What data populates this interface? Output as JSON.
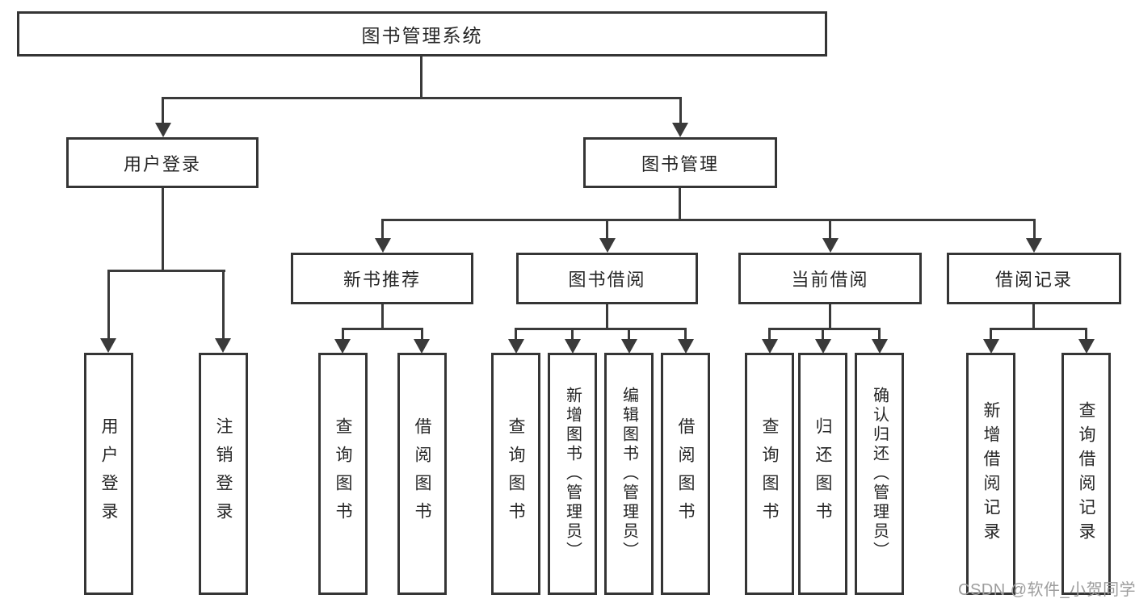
{
  "diagram": {
    "root": {
      "label": "图书管理系统"
    },
    "level2": [
      {
        "label": "用户登录"
      },
      {
        "label": "图书管理"
      }
    ],
    "level3": [
      {
        "label": "新书推荐",
        "parent": "图书管理"
      },
      {
        "label": "图书借阅",
        "parent": "图书管理"
      },
      {
        "label": "当前借阅",
        "parent": "图书管理"
      },
      {
        "label": "借阅记录",
        "parent": "图书管理"
      }
    ],
    "leaves": [
      {
        "label": "用户登录",
        "parent": "用户登录"
      },
      {
        "label": "注销登录",
        "parent": "用户登录"
      },
      {
        "label": "查询图书",
        "parent": "新书推荐"
      },
      {
        "label": "借阅图书",
        "parent": "新书推荐"
      },
      {
        "label": "查询图书",
        "parent": "图书借阅"
      },
      {
        "label": "新增图书（管理员）",
        "parent": "图书借阅"
      },
      {
        "label": "编辑图书（管理员）",
        "parent": "图书借阅"
      },
      {
        "label": "借阅图书",
        "parent": "图书借阅"
      },
      {
        "label": "查询图书",
        "parent": "当前借阅"
      },
      {
        "label": "归还图书",
        "parent": "当前借阅"
      },
      {
        "label": "确认归还（管理员）",
        "parent": "当前借阅"
      },
      {
        "label": "新增借阅记录",
        "parent": "借阅记录"
      },
      {
        "label": "查询借阅记录",
        "parent": "借阅记录"
      }
    ]
  },
  "watermark": {
    "text": "CSDN @软件_小贺同学"
  },
  "colors": {
    "line": "#3a3a3a",
    "border": "#353535",
    "text": "#262626",
    "background": "#ffffff",
    "watermark": "#9d9d9d"
  }
}
